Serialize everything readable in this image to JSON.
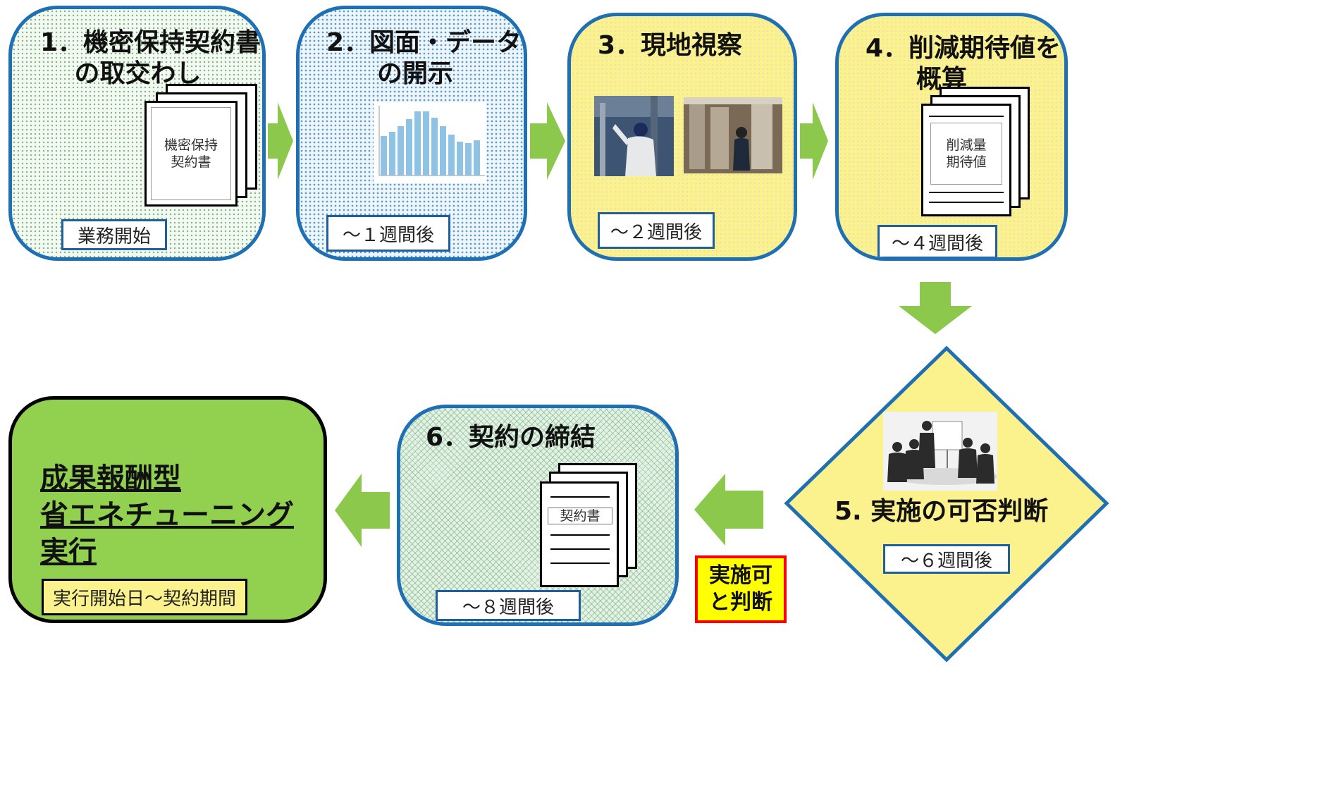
{
  "steps": [
    {
      "title": "1．機密保持契約書\n　 の取交わし",
      "doc_label": "機密保持\n契約書",
      "tag": "業務開始"
    },
    {
      "title": "2．図面・データ\n　　の開示",
      "tag": "～１週間後"
    },
    {
      "title": "3．現地視察",
      "tag": "～２週間後"
    },
    {
      "title": "4．削減期待値を\n　　概算",
      "doc_label": "削減量\n期待値",
      "tag": "～４週間後"
    },
    {
      "title": "5. 実施の可否判断",
      "tag": "～６週間後"
    },
    {
      "title": "6．契約の締結",
      "doc_label": "契約書",
      "tag": "～８週間後"
    }
  ],
  "decision_label": "実施可\nと判断",
  "final": {
    "line1": "成果報酬型",
    "line2": "省エネチューニング",
    "line3": "実行",
    "tag": "実行開始日～契約期間"
  },
  "colors": {
    "box_border": "#1f6fb4",
    "arrow": "#8cc84b",
    "yellow": "#fbf28d",
    "final_green": "#92d050",
    "decision_border": "#ff0000"
  }
}
